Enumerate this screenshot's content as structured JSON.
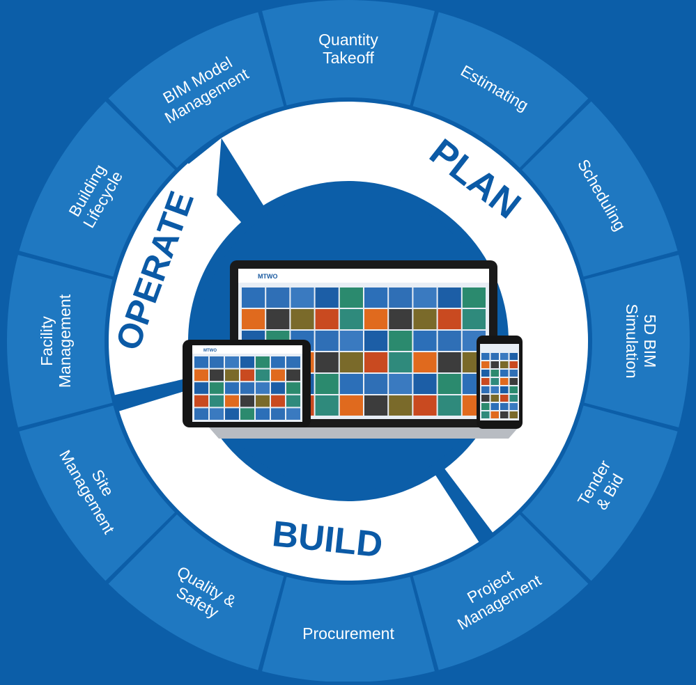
{
  "colors": {
    "background": "#0c5ea8",
    "segment": "#1f78c1",
    "ring": "#ffffff",
    "center": "#0c5ea8",
    "text_light": "#ffffff",
    "text_dark": "#0b5aa6"
  },
  "phases": [
    {
      "name": "PLAN"
    },
    {
      "name": "BUILD"
    },
    {
      "name": "OPERATE"
    }
  ],
  "segments": [
    {
      "lines": [
        "Quantity",
        "Takeoff"
      ]
    },
    {
      "lines": [
        "Estimating"
      ]
    },
    {
      "lines": [
        "Scheduling"
      ]
    },
    {
      "lines": [
        "5D BIM",
        "Simulation"
      ]
    },
    {
      "lines": [
        "Tender",
        "& Bid"
      ]
    },
    {
      "lines": [
        "Project",
        "Management"
      ]
    },
    {
      "lines": [
        "Procurement"
      ]
    },
    {
      "lines": [
        "Quality &",
        "Safety"
      ]
    },
    {
      "lines": [
        "Site",
        "Management"
      ]
    },
    {
      "lines": [
        "Facility",
        "Management"
      ]
    },
    {
      "lines": [
        "Building",
        "Lifecycle"
      ]
    },
    {
      "lines": [
        "BIM Model",
        "Management"
      ]
    }
  ],
  "devices": {
    "laptop_brand": "MTWO",
    "tablet_brand": "MTWO"
  }
}
